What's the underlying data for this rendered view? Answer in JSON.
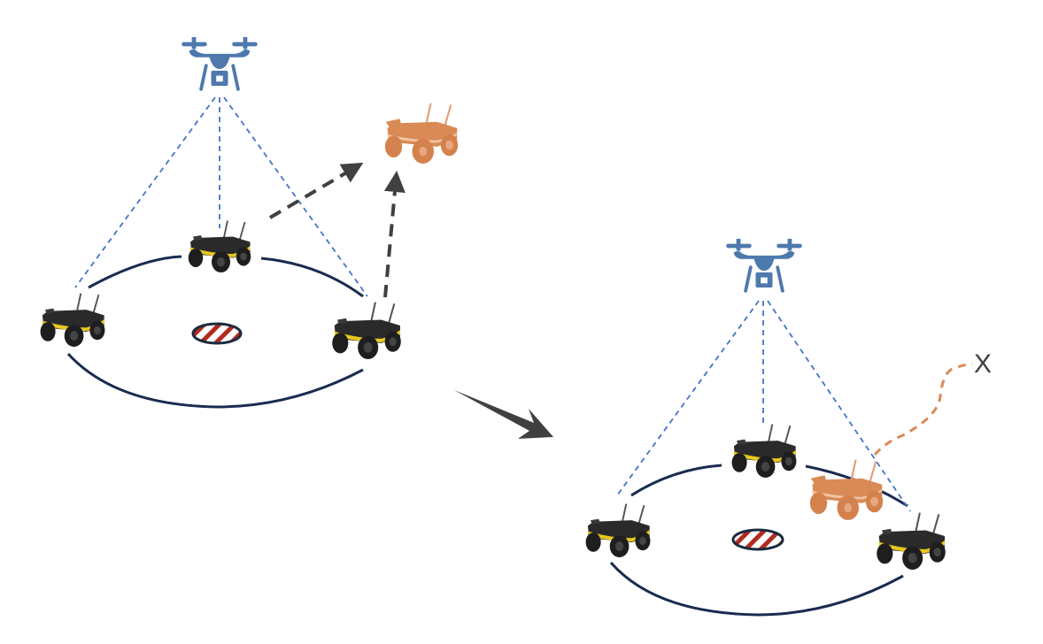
{
  "diagram": {
    "description": "Multi-robot formation guarded by a drone; an intruder robot approaches and is later inside the perimeter and tracked along a path",
    "colors": {
      "drone": "#4e79ad",
      "sensor_line": "#4472c4",
      "perimeter": "#1a2b50",
      "robot_body": "#2a2a2a",
      "robot_stripe": "#e8c81e",
      "intruder": "#d98a55",
      "motion_arrow": "#404040",
      "target_stripe": "#b22a1e",
      "target_outline": "#1a2b40"
    },
    "panels": [
      {
        "id": "before",
        "drone": {
          "icon": "drone-icon"
        },
        "robots": [
          {
            "role": "guard",
            "icon": "ground-robot-icon"
          },
          {
            "role": "guard",
            "icon": "ground-robot-icon"
          },
          {
            "role": "guard",
            "icon": "ground-robot-icon"
          }
        ],
        "intruder": {
          "icon": "intruder-robot-icon",
          "state": "approaching"
        },
        "target": {
          "icon": "target-marker-icon"
        },
        "motion_arrows": 2
      },
      {
        "id": "after",
        "drone": {
          "icon": "drone-icon"
        },
        "robots": [
          {
            "role": "guard",
            "icon": "ground-robot-icon"
          },
          {
            "role": "guard",
            "icon": "ground-robot-icon"
          },
          {
            "role": "guard",
            "icon": "ground-robot-icon"
          }
        ],
        "intruder": {
          "icon": "intruder-robot-icon",
          "state": "inside-perimeter"
        },
        "target": {
          "icon": "target-marker-icon"
        },
        "path_end_label": "X"
      }
    ],
    "transition_arrow": {
      "icon": "transition-arrow-icon"
    }
  }
}
